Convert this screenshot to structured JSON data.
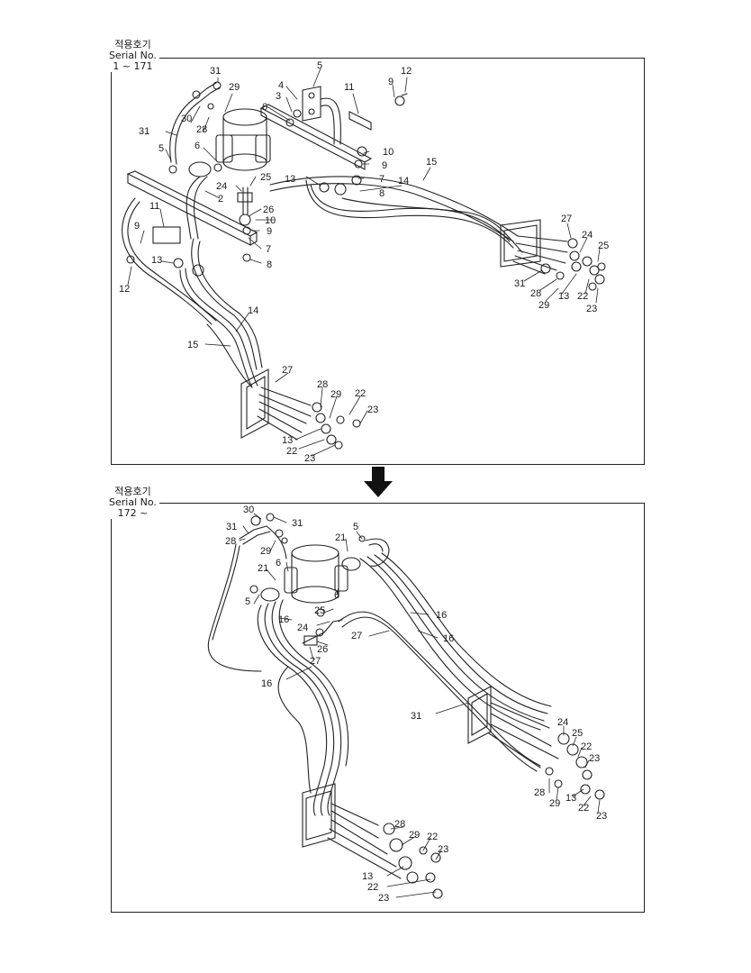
{
  "top_panel": {
    "applicable_label": "적용호기",
    "serial_label": "Serial No.",
    "serial_range": "1 ~ 171"
  },
  "bottom_panel": {
    "applicable_label": "적용호기",
    "serial_label": "Serial No.",
    "serial_range": "172 ~"
  },
  "top_callouts": [
    "31",
    "4",
    "5",
    "9",
    "12",
    "29",
    "3",
    "6",
    "11",
    "31",
    "30",
    "28",
    "6",
    "10",
    "5",
    "9",
    "6",
    "13",
    "7",
    "8",
    "14",
    "15",
    "24",
    "25",
    "2",
    "11",
    "26",
    "10",
    "9",
    "9",
    "7",
    "27",
    "13",
    "8",
    "24",
    "25",
    "31",
    "28",
    "13",
    "22",
    "29",
    "23",
    "12",
    "14",
    "15",
    "27",
    "28",
    "29",
    "22",
    "23",
    "13",
    "22",
    "23"
  ],
  "bottom_callouts": [
    "30",
    "31",
    "31",
    "5",
    "28",
    "21",
    "29",
    "21",
    "6",
    "5",
    "6",
    "25",
    "16",
    "24",
    "26",
    "27",
    "27",
    "16",
    "16",
    "16",
    "31",
    "24",
    "25",
    "22",
    "23",
    "28",
    "29",
    "13",
    "22",
    "23",
    "28",
    "29",
    "22",
    "23",
    "13",
    "22",
    "23"
  ]
}
